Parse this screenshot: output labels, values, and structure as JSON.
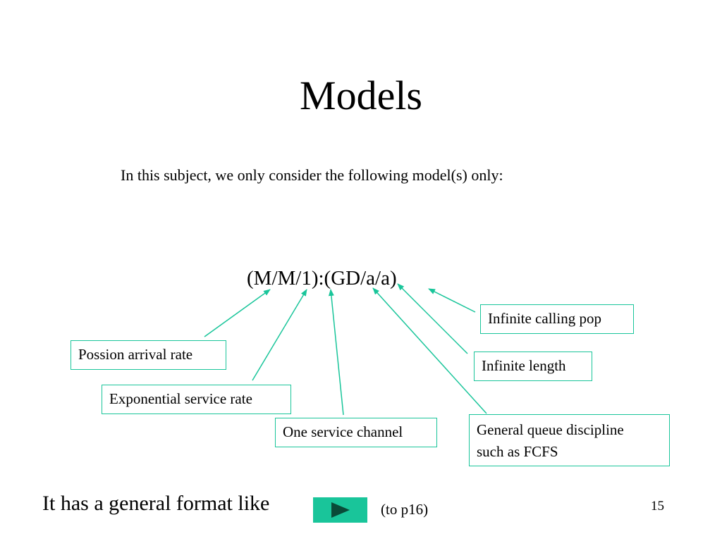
{
  "slide": {
    "title": "Models",
    "intro": "In this subject, we only consider the following model(s) only:",
    "notation": "(M/M/1):(GD/a/a)",
    "accent_color": "#19c59a"
  },
  "labels": {
    "possion": "Possion arrival rate",
    "exponential": "Exponential service rate",
    "one_channel": "One service channel",
    "general_queue_line1": "General queue discipline",
    "general_queue_line2": "such as FCFS",
    "infinite_length": "Infinite length",
    "infinite_calling": "Infinite calling pop"
  },
  "footer": {
    "text": "It has a general format like",
    "next_icon": "play-triangle-icon",
    "link_text": "(to p16)",
    "page_number": "15"
  }
}
